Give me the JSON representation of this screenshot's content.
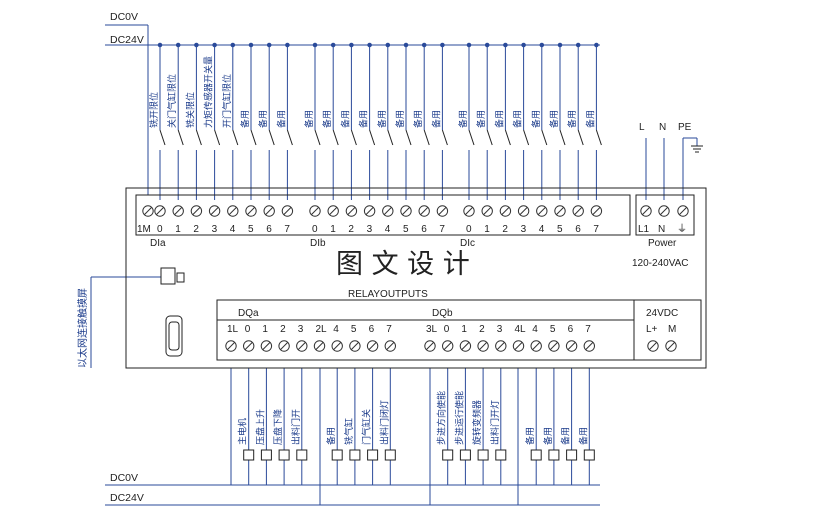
{
  "bus": {
    "dc0": "DC0V",
    "dc24": "DC24V"
  },
  "inputs": {
    "dia_group": "DIa",
    "dib_group": "DIb",
    "dic_group": "DIc",
    "common": "1M",
    "dia_terms": [
      "0",
      "1",
      "2",
      "3",
      "4",
      "5",
      "6",
      "7"
    ],
    "dib_terms": [
      "0",
      "1",
      "2",
      "3",
      "4",
      "5",
      "6",
      "7"
    ],
    "dic_terms": [
      "0",
      "1",
      "2",
      "3",
      "4",
      "5",
      "6",
      "7"
    ],
    "labels": [
      "铣开限位",
      "关门气缸限位",
      "铣关限位",
      "力矩传感器开关量",
      "开门气缸限位",
      "备用",
      "备用",
      "备用",
      "备用",
      "备用",
      "备用",
      "备用",
      "备用",
      "备用",
      "备用",
      "备用",
      "备用",
      "备用",
      "备用",
      "备用",
      "备用",
      "备用",
      "备用",
      "备用"
    ]
  },
  "power": {
    "l": "L",
    "n": "N",
    "pe": "PE",
    "terms": [
      "L1",
      "N",
      "⏚"
    ],
    "title": "Power",
    "rating": "120-240VAC"
  },
  "module": {
    "relay_outputs": "RELAYOUTPUTS",
    "dqa": "DQa",
    "dqb": "DQb",
    "dc24_label": "24VDC",
    "dc24_terms": [
      "L+",
      "M"
    ]
  },
  "outputs": {
    "dqa_terms": [
      "1L",
      "0",
      "1",
      "2",
      "3",
      "2L",
      "4",
      "5",
      "6",
      "7"
    ],
    "dqb_terms": [
      "3L",
      "0",
      "1",
      "2",
      "3",
      "4L",
      "4",
      "5",
      "6",
      "7"
    ],
    "dqa_labels": [
      "主电机",
      "压盘上升",
      "压盘下降",
      "出料门开",
      "备用",
      "铣气缸",
      "门气缸关",
      "出料门闭灯"
    ],
    "dqb_labels": [
      "步进方向使能",
      "步进运行使能",
      "旋转变频器",
      "出料门开灯",
      "备用",
      "备用",
      "备用",
      "备用"
    ]
  },
  "ethernet": "以太网连接触摸屏",
  "watermark": "图 文 设 计"
}
